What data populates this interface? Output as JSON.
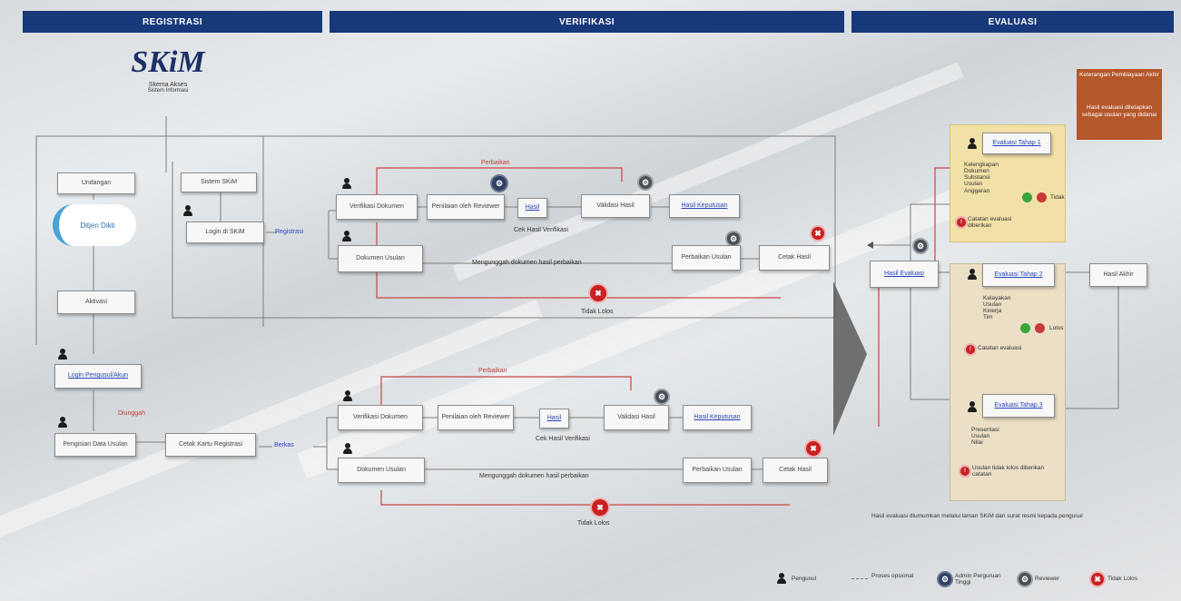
{
  "headers": [
    "REGISTRASI",
    "VERIFIKASI",
    "EVALUASI"
  ],
  "logo": {
    "text": "SKiM",
    "caption1": "Skema Akses",
    "caption2": "Sistem Informasi"
  },
  "registration": {
    "left_box": "Undangan",
    "right_top_box": "Sistem SKiM",
    "login_box": "Login di SKiM",
    "arrow_label": "Registrasi",
    "app_logo": "Ditjen Dikti",
    "mid_box": "Aktivasi",
    "user_box": "Login Pengusul/Akun",
    "bottom_red_label": "Diunggah",
    "left_bottom_box": "Pengisian Data Usulan",
    "right_bottom_box": "Cetak Kartu Registrasi",
    "bottom_arrow_label": "Berkas"
  },
  "verifikasi_top": {
    "red_label": "Perbaikan",
    "boxes": [
      "Verifikasi Dokumen",
      "Penilaian oleh Reviewer",
      "Hasil",
      "Validasi Hasil",
      "Hasil Keputusan",
      "Dokumen Usulan",
      "Perbaikan Usulan",
      "Cetak Hasil"
    ],
    "label_center": "Cek Hasil Verifikasi",
    "note": "Mengunggah dokumen hasil perbaikan",
    "stop_label": "Tidak Lolos"
  },
  "verifikasi_bottom": {
    "red_label": "Perbaikan",
    "boxes": [
      "Verifikasi Dokumen",
      "Penilaian oleh Reviewer",
      "Hasil",
      "Validasi Hasil",
      "Hasil Keputusan",
      "Dokumen Usulan",
      "Perbaikan Usulan",
      "Cetak Hasil"
    ],
    "label_center": "Cek Hasil Verifikasi",
    "note": "Mengunggah dokumen hasil perbaikan",
    "stop_label": "Tidak Lolos"
  },
  "evaluasi": {
    "left_box": "Hasil Evaluasi",
    "boxes": [
      "Evaluasi Tahap 1",
      "Evaluasi Tahap 2",
      "Evaluasi Tahap 3"
    ],
    "right_box": "Hasil Akhir",
    "orange_top": "Keterangan Pembiayaan Akhir",
    "orange_bottom": "Hasil evaluasi ditetapkan sebagai usulan yang didanai",
    "lists": [
      [
        "Kelengkapan",
        "Dokumen",
        "Substansi",
        "Usulan",
        "Anggaran"
      ],
      [
        "Kelayakan",
        "Usulan",
        "Kinerja",
        "Tim"
      ],
      [
        "Presentasi",
        "Usulan",
        "Nilai"
      ]
    ],
    "green_red_labels": [
      "Lolos",
      "Tidak"
    ],
    "warn_labels": [
      "Catatan evaluasi diberikan",
      "Catatan evaluasi",
      "Usulan tidak lolos diberikan catatan"
    ],
    "footnote": "Hasil evaluasi diumumkan melalui laman SKiM dan surat resmi kepada pengusul"
  },
  "legend": [
    {
      "icon": "person-icon",
      "label": "Pengusul"
    },
    {
      "icon": "dashed-line-icon",
      "label": "Proses opsional"
    },
    {
      "icon": "admin-icon",
      "label": "Admin Perguruan Tinggi"
    },
    {
      "icon": "reviewer-icon",
      "label": "Reviewer"
    },
    {
      "icon": "stop-icon",
      "label": "Tidak Lolos"
    }
  ],
  "colors": {
    "header": "#17397a",
    "red": "#c73a3a",
    "link": "#2844b8",
    "yellow": "#f1e1a6",
    "orange": "#b4572a"
  }
}
